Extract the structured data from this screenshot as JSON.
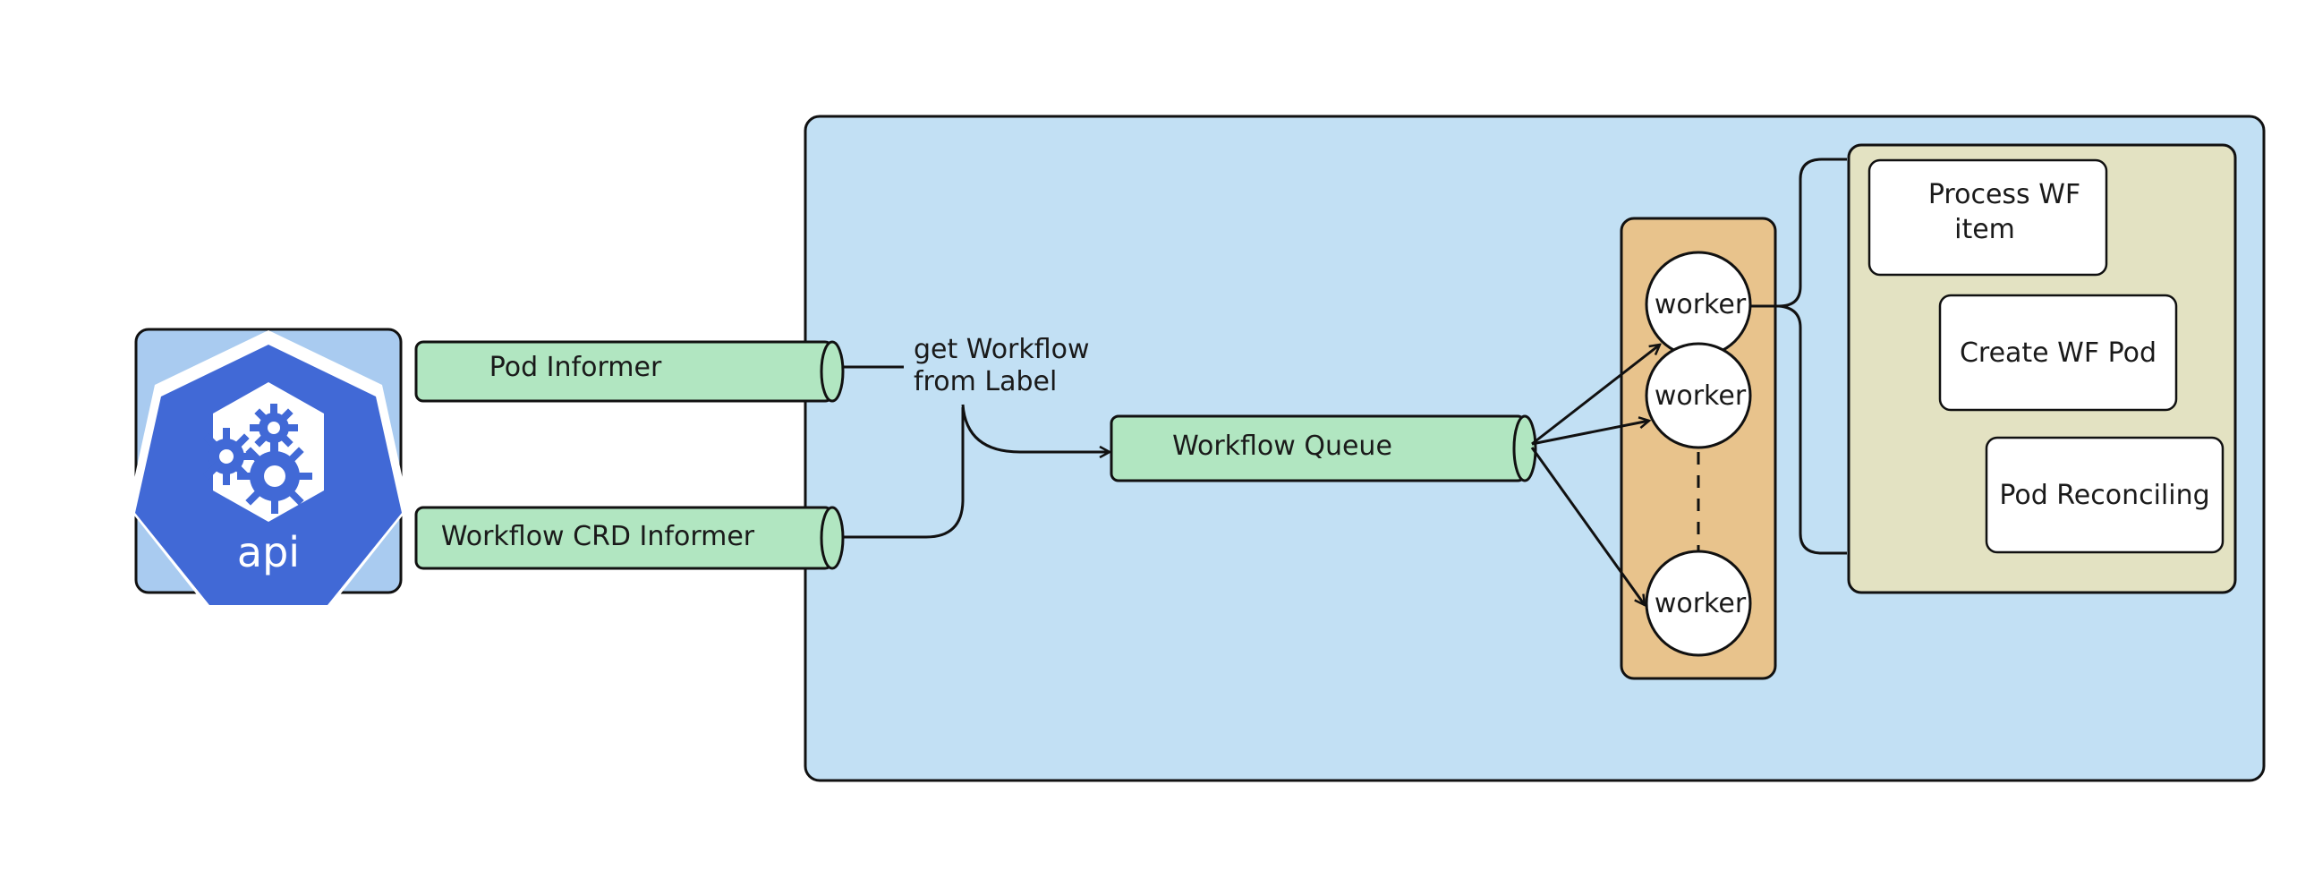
{
  "api_logo": {
    "text": "api",
    "icon": "kubernetes-api-icon"
  },
  "informers": {
    "pod": "Pod Informer",
    "workflow_crd": "Workflow CRD Informer"
  },
  "get_workflow": {
    "line1": "get Workflow",
    "line2": "from Label"
  },
  "queue": {
    "label": "Workflow Queue"
  },
  "workers": {
    "labels": [
      "worker",
      "worker",
      "worker"
    ]
  },
  "tasks": {
    "process": {
      "line1": "Process WF",
      "line2": "item"
    },
    "create": "Create WF Pod",
    "reconcile": "Pod Reconciling"
  },
  "colors": {
    "controller_bg": "#c2e0f4",
    "informer_fill": "#b1e6c1",
    "worker_pool_fill": "#e8c38c",
    "tasks_fill": "#e3e2c2",
    "api_bg": "#a9cbf0",
    "api_heptagon": "#4169d6",
    "stroke": "#111111"
  }
}
